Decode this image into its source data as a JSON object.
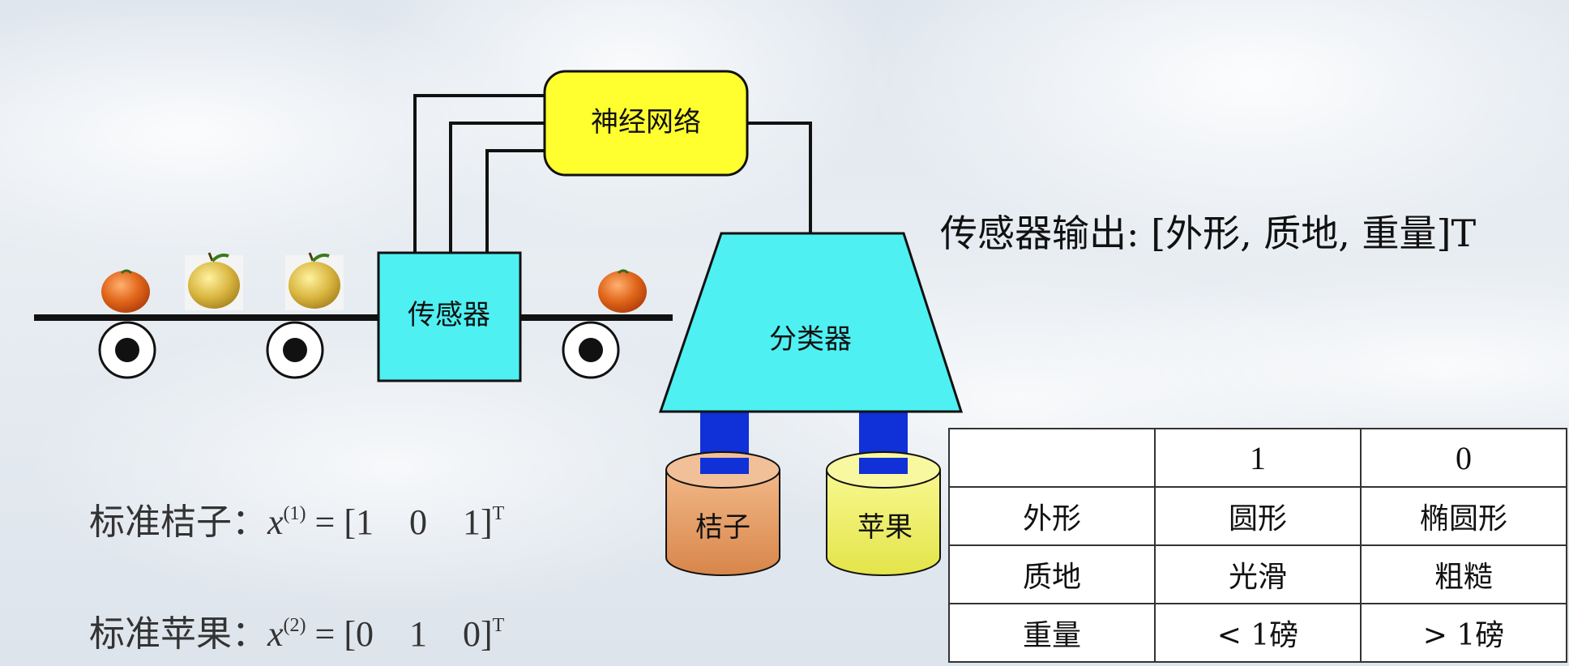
{
  "diagram": {
    "neural_network_label": "神经网络",
    "sensor_label": "传感器",
    "classifier_label": "分类器",
    "orange_bin_label": "桔子",
    "apple_bin_label": "苹果"
  },
  "sensor_output": "传感器输出: [外形, 质地, 重量]T",
  "standard_orange": {
    "label": "标准桔子：",
    "var": "x",
    "index": "(1)",
    "eq": " = [1　0　1]",
    "sup": "T"
  },
  "standard_apple": {
    "label": "标准苹果：",
    "var": "x",
    "index": "(2)",
    "eq": " = [0　1　0]",
    "sup": "T"
  },
  "table": {
    "header": [
      "",
      "1",
      "0"
    ],
    "rows": [
      [
        "外形",
        "圆形",
        "椭圆形"
      ],
      [
        "质地",
        "光滑",
        "粗糙"
      ],
      [
        "重量",
        "< 1磅",
        "> 1磅"
      ]
    ]
  },
  "colors": {
    "cyan": "#4ff0f2",
    "yellow": "#ffff30",
    "blue_shaft": "#1030d8",
    "orange_bin": "#e6a068",
    "apple_bin": "#f0f070",
    "orange_fruit": "#e0661a",
    "apple_fruit": "#d9b640"
  }
}
